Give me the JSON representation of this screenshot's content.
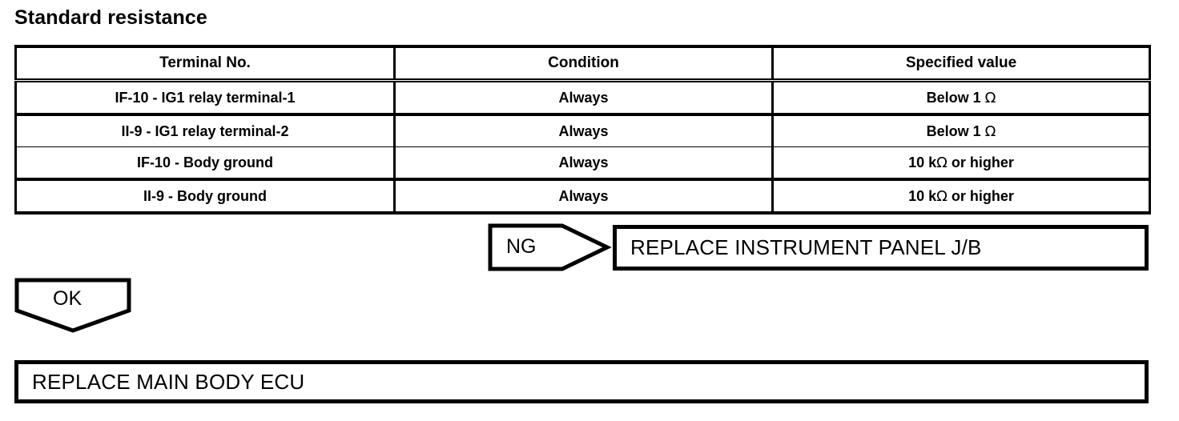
{
  "page": {
    "title": "Standard resistance"
  },
  "table": {
    "headers": [
      "Terminal No.",
      "Condition",
      "Specified value"
    ],
    "rows": [
      {
        "terminal": "IF-10 - IG1 relay terminal-1",
        "condition": "Always",
        "value_text": "Below 1 ",
        "value_unit": "Ω"
      },
      {
        "terminal": "II-9 - IG1 relay terminal-2",
        "condition": "Always",
        "value_text": "Below 1 ",
        "value_unit": "Ω"
      },
      {
        "terminal": "IF-10 - Body ground",
        "condition": "Always",
        "value_prefix": "10 k",
        "value_unit": "Ω",
        "value_suffix": " or higher"
      },
      {
        "terminal": "II-9 - Body ground",
        "condition": "Always",
        "value_prefix": "10 k",
        "value_unit": "Ω",
        "value_suffix": " or higher"
      }
    ]
  },
  "flow": {
    "ng_label": "NG",
    "ok_label": "OK",
    "replace_instrument_panel": "REPLACE INSTRUMENT PANEL J/B",
    "replace_main_body_ecu": "REPLACE MAIN BODY ECU"
  },
  "colors": {
    "ink": "#000000",
    "paper": "#ffffff"
  }
}
